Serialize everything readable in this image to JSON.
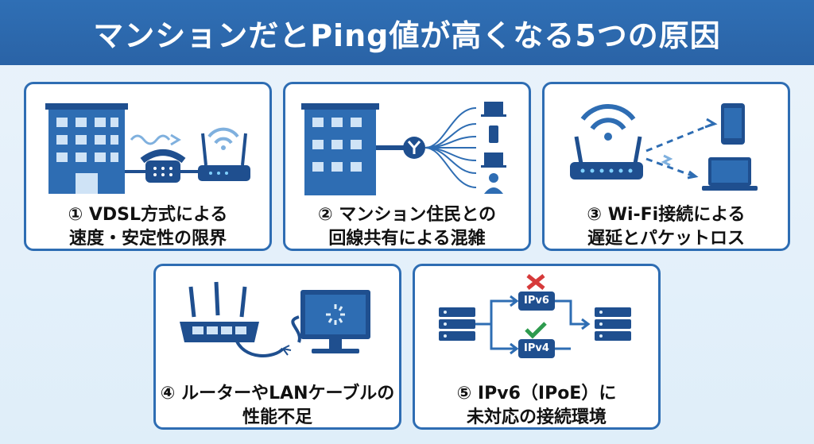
{
  "title": "マンションだとPing値が高くなる5つの原因",
  "cards": [
    {
      "line1": "① VDSL方式による",
      "line2": "速度・安定性の限界",
      "icon": "building-phone-router-icon"
    },
    {
      "line1": "② マンション住民との",
      "line2": "回線共有による混雑",
      "icon": "shared-line-icon"
    },
    {
      "line1": "③ Wi-Fi接続による",
      "line2": "遅延とパケットロス",
      "icon": "wifi-router-devices-icon"
    },
    {
      "line1": "④ ルーターやLANケーブルの",
      "line2": "性能不足",
      "icon": "router-cable-monitor-icon"
    },
    {
      "line1": "⑤ IPv6（IPoE）に",
      "line2": "未対応の接続環境",
      "icon": "ipv6-ipv4-route-icon"
    }
  ],
  "diagram_labels": {
    "ipv6": "IPv6",
    "ipv4": "IPv4"
  },
  "colors": {
    "header": "#2a63a6",
    "accent": "#2e6db3",
    "icon_dark": "#1f4f8f",
    "cross": "#d63a3a",
    "check": "#2e9b4e"
  }
}
